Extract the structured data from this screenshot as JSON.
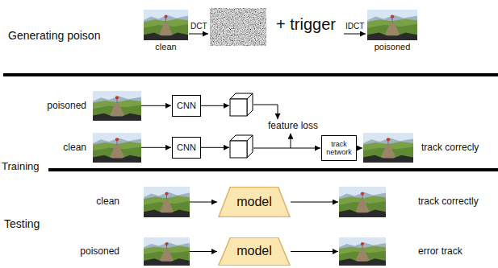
{
  "diagram": {
    "nodes": [
      {
        "text": [
          "clean"
        ]
      },
      {
        "text": [
          "poisoned"
        ]
      },
      {
        "text": [
          "poisoned"
        ]
      },
      {
        "text": [
          "CNN"
        ]
      },
      {
        "text": [
          "clean"
        ]
      },
      {
        "text": [
          "CNN"
        ]
      },
      {
        "text": [
          "track network"
        ]
      },
      {
        "text": [
          "track correcly"
        ]
      },
      {
        "text": [
          "clean"
        ]
      },
      {
        "text": [
          "model"
        ]
      },
      {
        "text": [
          "track correctly"
        ]
      },
      {
        "text": [
          "poisoned"
        ]
      },
      {
        "text": [
          "model"
        ]
      },
      {
        "text": [
          "error track"
        ]
      }
    ],
    "edges": [
      {
        "from": 2,
        "to": 3,
        "arrow": "to"
      },
      {
        "from": 4,
        "to": 5,
        "arrow": "to"
      },
      {
        "from": 6,
        "to": 7,
        "arrow": "to"
      },
      {
        "from": 8,
        "to": 9,
        "arrow": "to"
      },
      {
        "from": 9,
        "to": 10,
        "arrow": "to"
      },
      {
        "from": 11,
        "to": 12,
        "arrow": "to"
      },
      {
        "from": 12,
        "to": 13,
        "arrow": "to"
      }
    ],
    "labels": [
      "Generating poison",
      "DCT",
      "+ trigger",
      "IDCT",
      "feature loss",
      "Training",
      "Testing"
    ]
  }
}
